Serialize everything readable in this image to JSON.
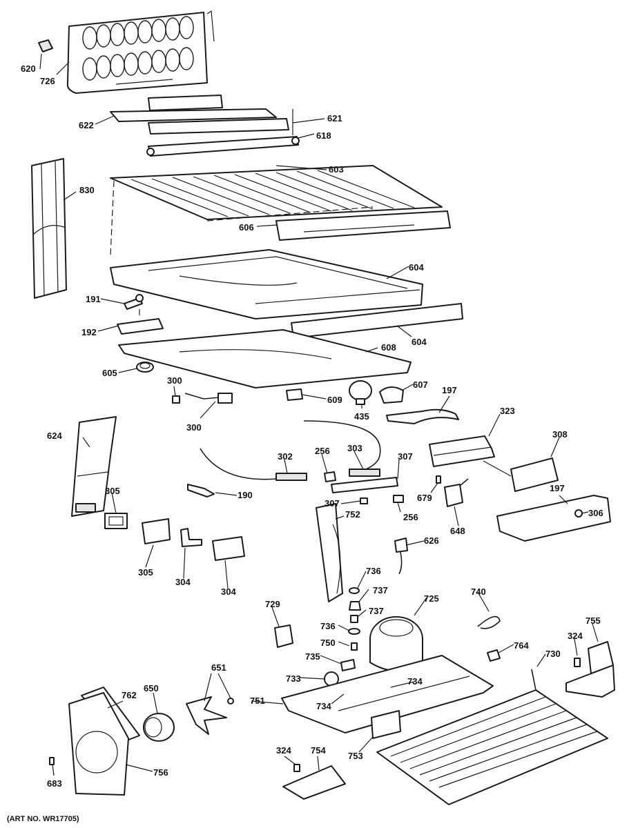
{
  "art_number": "(ART NO. WR17705)",
  "callouts": {
    "c620": "620",
    "c726": "726",
    "c622": "622",
    "c621": "621",
    "c618": "618",
    "c830": "830",
    "c603": "603",
    "c606": "606",
    "c604a": "604",
    "c191": "191",
    "c192": "192",
    "c604b": "604",
    "c608": "608",
    "c605": "605",
    "c300a": "300",
    "c300b": "300",
    "c609": "609",
    "c435": "435",
    "c607": "607",
    "c197a": "197",
    "c323": "323",
    "c624": "624",
    "c302": "302",
    "c256a": "256",
    "c303": "303",
    "c307a": "307",
    "c308": "308",
    "c190": "190",
    "c305a": "305",
    "c679": "679",
    "c307b": "307",
    "c256b": "256",
    "c197b": "197",
    "c306": "306",
    "c752": "752",
    "c648": "648",
    "c305b": "305",
    "c304a": "304",
    "c304b": "304",
    "c626": "626",
    "c736a": "736",
    "c737a": "737",
    "c725": "725",
    "c740": "740",
    "c729": "729",
    "c737b": "737",
    "c736b": "736",
    "c750": "750",
    "c764": "764",
    "c324a": "324",
    "c755": "755",
    "c735": "735",
    "c730": "730",
    "c651": "651",
    "c733": "733",
    "c734a": "734",
    "c762": "762",
    "c650": "650",
    "c751": "751",
    "c734b": "734",
    "c753": "753",
    "c324b": "324",
    "c754": "754",
    "c756": "756",
    "c683": "683"
  }
}
